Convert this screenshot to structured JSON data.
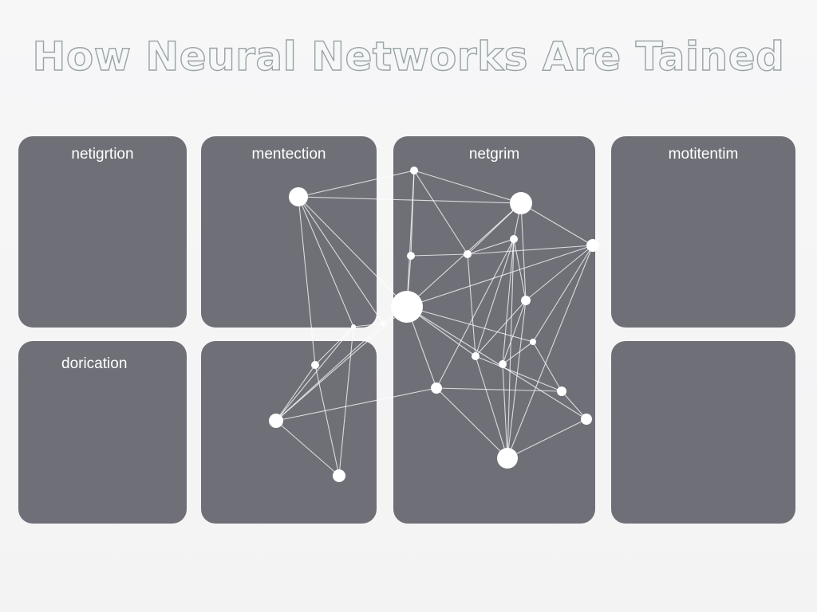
{
  "title": "How Neural Networks Are Tained",
  "cards": {
    "top_1": "netigrtion",
    "top_2": "mentection",
    "top_3": "netgrim",
    "top_4": "motitentim",
    "bottom_1": "dorication",
    "bottom_2": "",
    "bottom_4": ""
  },
  "colors": {
    "card": "#6f7077",
    "network": "#ffffff",
    "background": "#f6f6f7"
  }
}
